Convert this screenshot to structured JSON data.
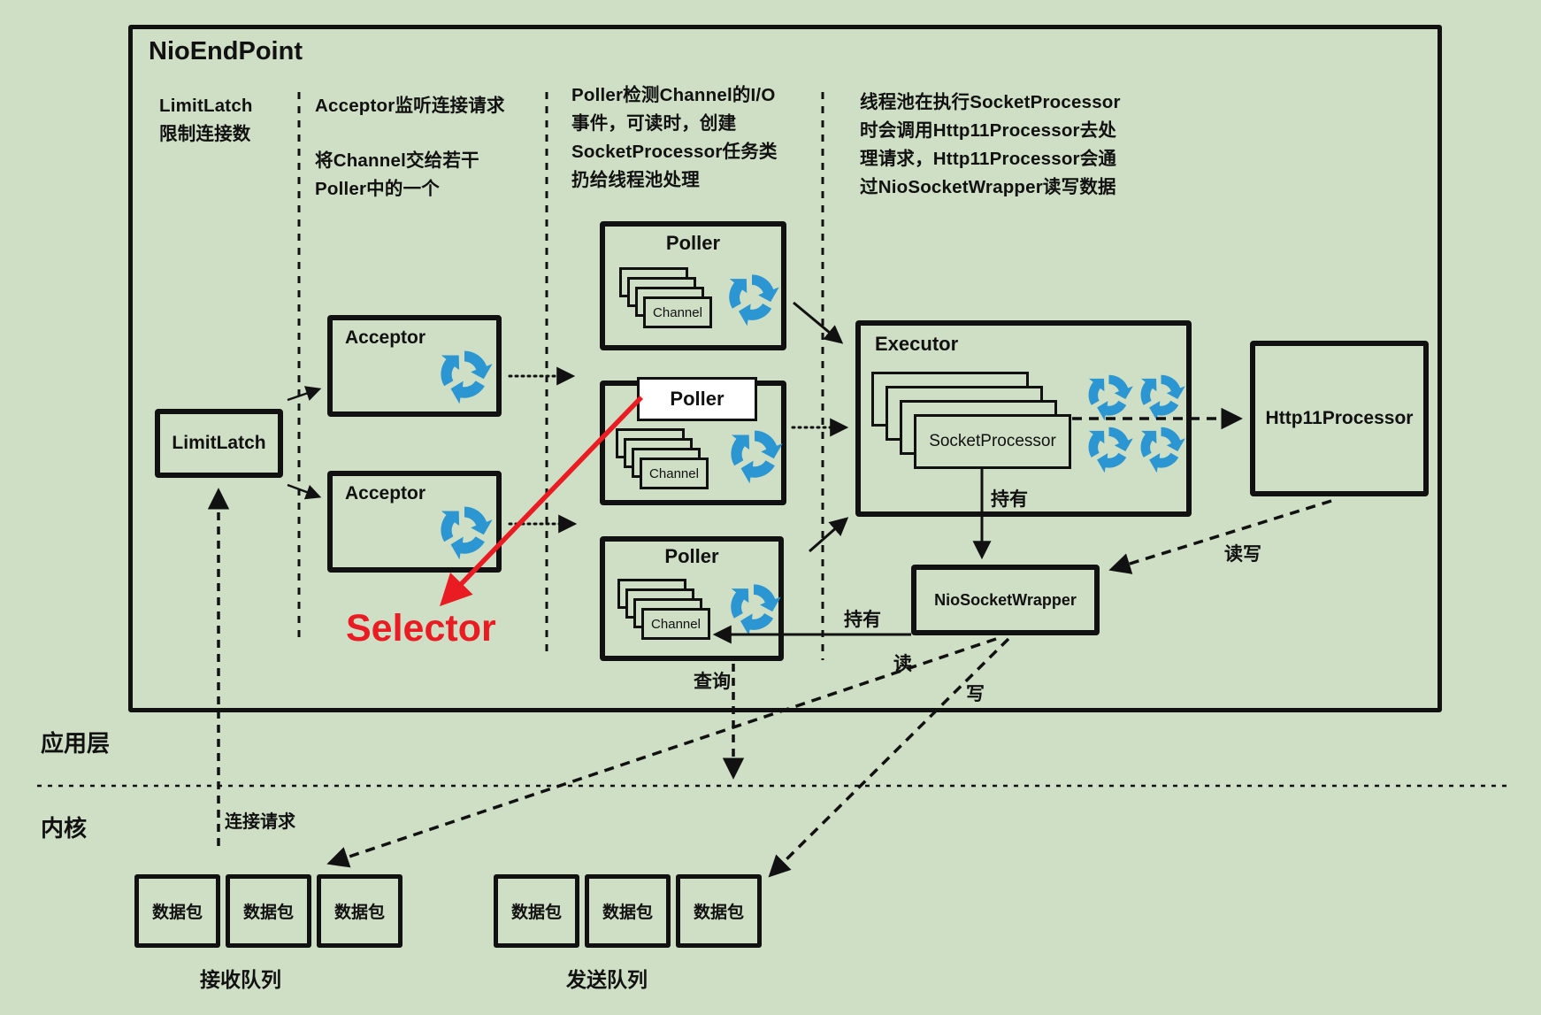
{
  "colors": {
    "background": "#cfdfc5",
    "ink": "#111111",
    "recycle_blue": "#2b96d2",
    "highlight_red": "#ea1c23",
    "white_box": "#ffffff"
  },
  "endpoint": {
    "title": "NioEndPoint"
  },
  "notes": {
    "limitlatch": "LimitLatch\n限制连接数",
    "acceptor_listen": "Acceptor监听连接请求",
    "acceptor_hand_off": "将Channel交给若干\nPoller中的一个",
    "poller_detect": "Poller检测Channel的I/O\n事件，可读时，创建\nSocketProcessor任务类\n扔给线程池处理",
    "thread_pool": "线程池在执行SocketProcessor\n时会调用Http11Processor去处\n理请求，Http11Processor会通\n过NioSocketWrapper读写数据"
  },
  "boxes": {
    "limitlatch": "LimitLatch",
    "acceptor": "Acceptor",
    "poller": "Poller",
    "channel": "Channel",
    "executor": "Executor",
    "socket_processor": "SocketProcessor",
    "http11_processor": "Http11Processor",
    "nio_socket_wrapper": "NioSocketWrapper",
    "packet": "数据包"
  },
  "edge_labels": {
    "hold_executor": "持有",
    "hold_wrapper": "持有",
    "read_write": "读写",
    "read": "读",
    "write": "写",
    "query": "查询",
    "connection_request": "连接请求"
  },
  "annotations": {
    "selector": "Selector"
  },
  "layers": {
    "application": "应用层",
    "kernel": "内核"
  },
  "queues": {
    "receive": "接收队列",
    "send": "发送队列"
  }
}
